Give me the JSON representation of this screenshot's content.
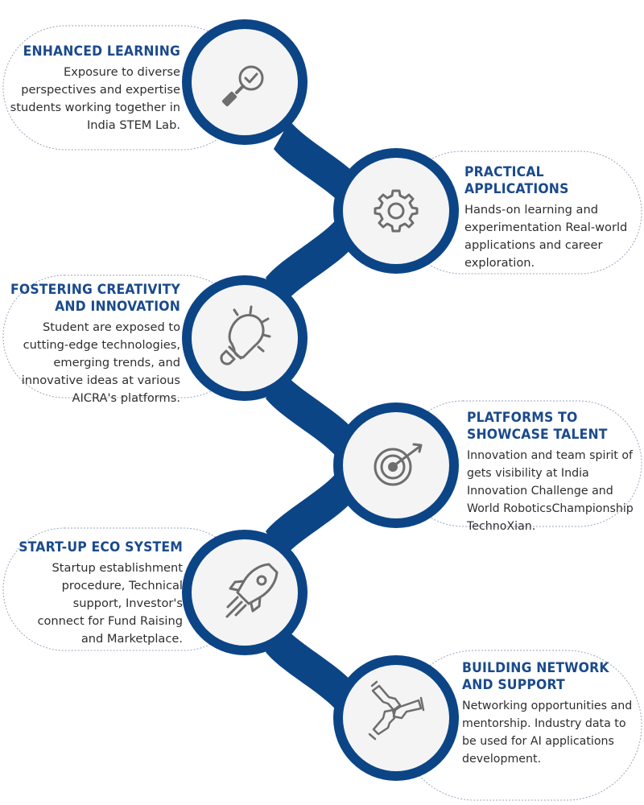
{
  "colors": {
    "spine": "#0c4586",
    "title": "#1a4a8c",
    "text": "#2e2e2e",
    "icon": "#6e6e6e",
    "circle": "#f4f4f4",
    "outline": "#9aa6bc"
  },
  "items": [
    {
      "title_lines": [
        "ENHANCED LEARNING"
      ],
      "desc_lines": [
        "Exposure to diverse",
        "perspectives and expertise",
        "students working together in",
        "India STEM Lab."
      ],
      "icon": "magnifier-check-icon"
    },
    {
      "title_lines": [
        "PRACTICAL APPLICATIONS"
      ],
      "desc_lines": [
        "Hands-on learning and",
        "experimentation Real-world",
        "applications and career",
        "exploration."
      ],
      "icon": "gear-icon"
    },
    {
      "title_lines": [
        "FOSTERING CREATIVITY",
        "AND INNOVATION"
      ],
      "desc_lines": [
        "Student are exposed to",
        "cutting-edge technologies,",
        "emerging trends, and",
        "innovative ideas at various",
        "AICRA's platforms."
      ],
      "icon": "lightbulb-icon"
    },
    {
      "title_lines": [
        "PLATFORMS TO",
        "SHOWCASE TALENT"
      ],
      "desc_lines": [
        "Innovation and team spirit of",
        "gets visibility at India",
        "Innovation Challenge and",
        "World RoboticsChampionship",
        "TechnoXian."
      ],
      "icon": "target-icon"
    },
    {
      "title_lines": [
        "START-UP ECO SYSTEM"
      ],
      "desc_lines": [
        "Startup establishment",
        "procedure, Technical",
        "support, Investor's",
        "connect for Fund Raising",
        "and Marketplace."
      ],
      "icon": "rocket-icon"
    },
    {
      "title_lines": [
        "BUILDING NETWORK",
        "AND SUPPORT"
      ],
      "desc_lines": [
        "Networking opportunities and",
        "mentorship. Industry data to",
        "be used for AI applications",
        "development."
      ],
      "icon": "handshake-icon"
    }
  ]
}
